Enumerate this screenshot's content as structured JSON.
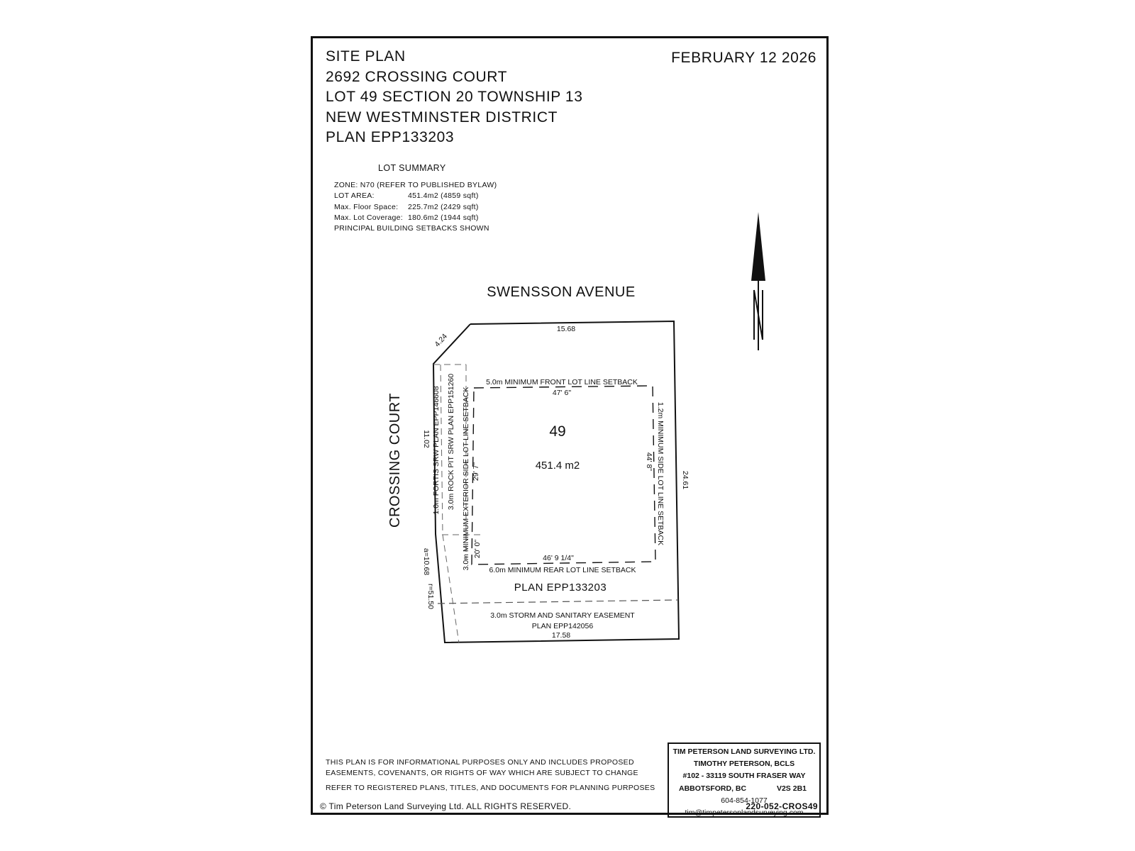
{
  "title": {
    "lines": [
      "SITE PLAN",
      "2692 CROSSING COURT",
      "LOT 49 SECTION 20 TOWNSHIP 13",
      "NEW WESTMINSTER DISTRICT",
      "PLAN EPP133203"
    ],
    "date": "FEBRUARY 12 2026"
  },
  "summary": {
    "heading": "LOT SUMMARY",
    "zone": "ZONE: N70 (REFER TO PUBLISHED BYLAW)",
    "rows": [
      {
        "label": "LOT AREA:",
        "value": "451.4m2 (4859 sqft)"
      },
      {
        "label": "Max. Floor Space:",
        "value": "225.7m2 (2429 sqft)"
      },
      {
        "label": "Max. Lot Coverage:",
        "value": "180.6m2 (1944 sqft)"
      }
    ],
    "setbacks_note": "PRINCIPAL BUILDING SETBACKS SHOWN"
  },
  "plan": {
    "street_north": "SWENSSON AVENUE",
    "street_west": "CROSSING COURT",
    "north_label": "N",
    "lot_number": "49",
    "lot_area": "451.4 m2",
    "dims": {
      "north": "15.68",
      "corner": "4.24",
      "west": "11.02",
      "east": "24.61",
      "south": "17.58",
      "arc": "a=10.68",
      "radius": "r=51.50"
    },
    "setbacks": {
      "front": "5.0m MINIMUM FRONT LOT LINE SETBACK",
      "front_dim": "47' 6\"",
      "rear": "6.0m MINIMUM REAR LOT LINE SETBACK",
      "rear_dim": "46' 9 1/4\"",
      "side": "1.2m MINIMUM SIDE LOT LINE SETBACK",
      "side_dim": "44' 8\"",
      "exterior": "3.0m MINIMUM EXTERIOR SIDE LOT LINE SETBACK",
      "exterior_dim": "29' 7\"",
      "exterior_dim2": "20' 0\""
    },
    "srw": {
      "fortis": "1.0m FORTIS SRW PLAN EPP146608",
      "rockpit": "3.0m ROCK PIT SRW PLAN EPP151260"
    },
    "plan_label": "PLAN EPP133203",
    "easement_1": "3.0m STORM AND SANITARY EASEMENT",
    "easement_2": "PLAN EPP142056"
  },
  "notes": {
    "line1": "THIS PLAN IS FOR INFORMATIONAL PURPOSES ONLY AND INCLUDES PROPOSED",
    "line2": "EASEMENTS, COVENANTS, OR RIGHTS OF WAY WHICH ARE SUBJECT TO CHANGE",
    "line3": "REFER TO REGISTERED PLANS, TITLES, AND DOCUMENTS FOR PLANNING PURPOSES"
  },
  "copyright": "© Tim Peterson Land Surveying Ltd.  ALL RIGHTS RESERVED.",
  "surveyor": {
    "company": "TIM PETERSON LAND SURVEYING LTD.",
    "name": "TIMOTHY PETERSON, BCLS",
    "address": "#102 - 33119 SOUTH FRASER WAY",
    "city": "ABBOTSFORD, BC",
    "postal": "V2S 2B1",
    "phone": "604-854-1077",
    "email": "tim@timpetersonlandsurveying.com"
  },
  "file_number": "220-052-CROS49"
}
